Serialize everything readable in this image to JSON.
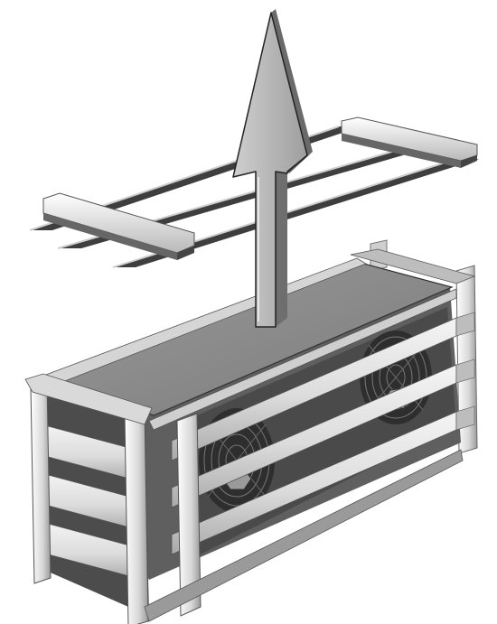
{
  "figure": {
    "caption": "",
    "direction": "up",
    "components": {
      "unit": "condenser-unit-in-wooden-crate",
      "fans": [
        "fan-1",
        "fan-2"
      ],
      "removed_part": "crate-top-frame",
      "indicator": "lift-arrow"
    }
  },
  "colors": {
    "background": "#ffffff",
    "outline": "#1a1a1a",
    "slat_light": "#e9e9e9",
    "slat_mid": "#cfcfcf",
    "slat_dark": "#8e8e8e",
    "panel_top": "#8a8a8a",
    "unit_body": "#6c6c6c",
    "cavity": "#3b3b3b",
    "arrow_fill": "#b5b5b5",
    "arrow_shadow": "#7a7a7a",
    "frame_dark": "#4a4a4a",
    "fan_grill": "#2a2a2a"
  }
}
